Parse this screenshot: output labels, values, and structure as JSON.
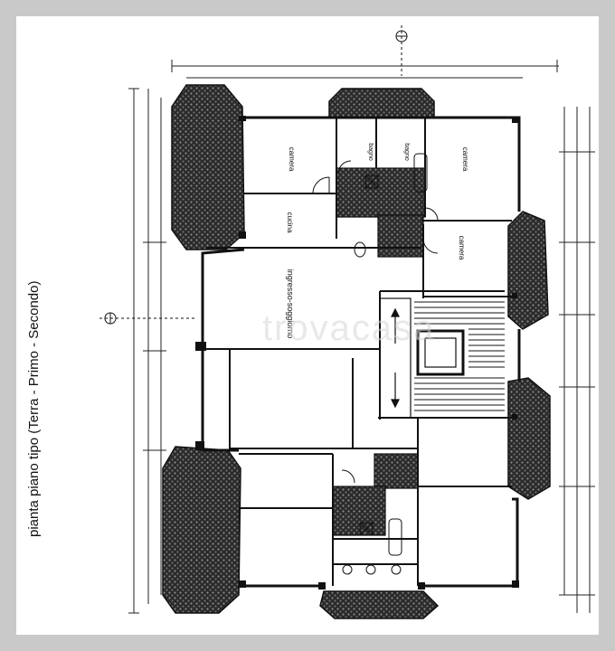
{
  "title": "pianta piano tipo (Terra - Primo - Secondo)",
  "rooms": {
    "camera_1": "camera",
    "bagno_1": "bagno",
    "bagno_2": "bagno",
    "camera_2": "camera",
    "cucina": "cucina",
    "camera_3": "camera",
    "soggiorno": "ingresso-soggiorno"
  },
  "watermark": "trovacasa",
  "colors": {
    "wall": "#111111",
    "terrace_fill": "#3a3a3a",
    "frame": "#c9c9c9",
    "paper": "#ffffff"
  }
}
